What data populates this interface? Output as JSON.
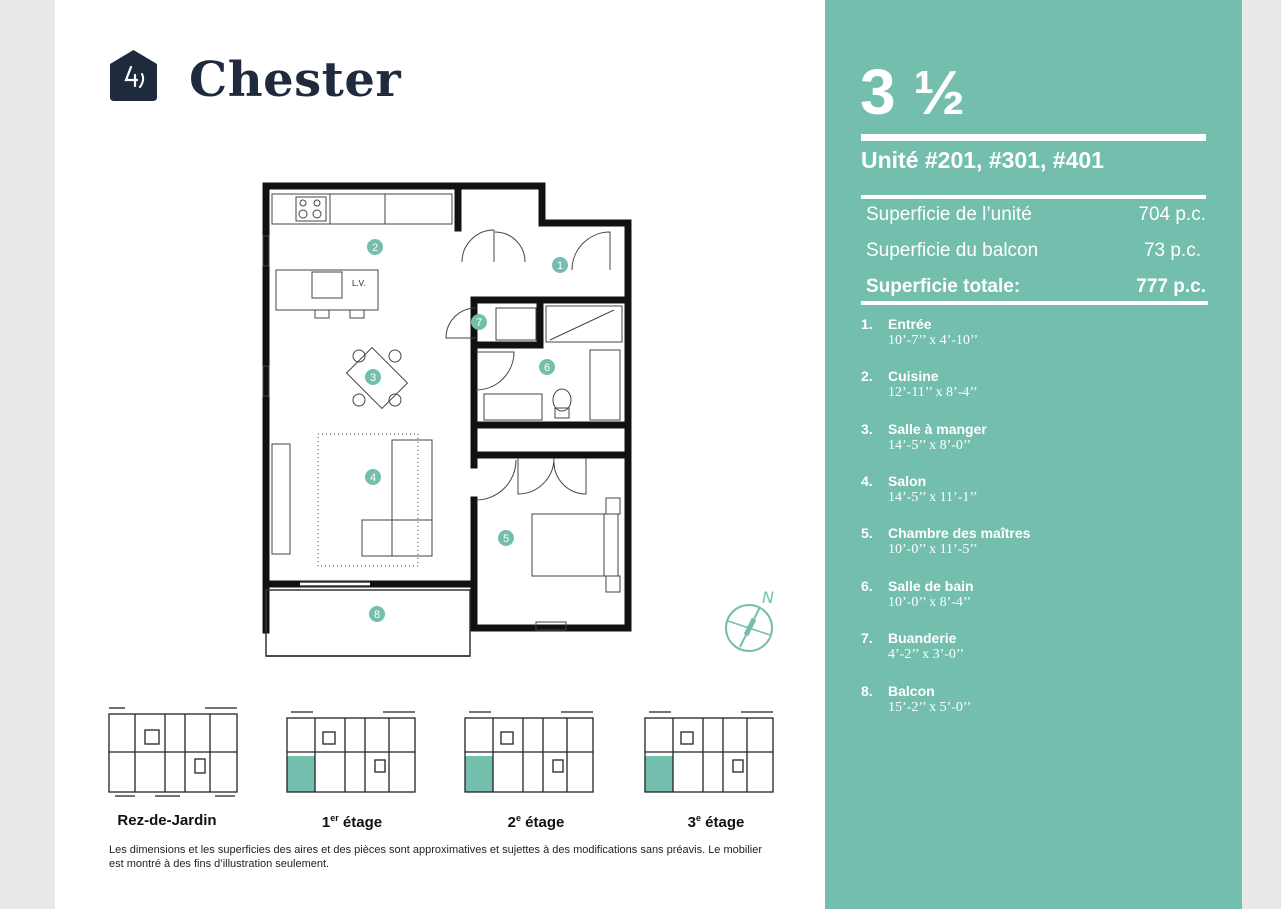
{
  "brand": {
    "name": "Chester"
  },
  "unit_type": {
    "whole": "3",
    "fraction": "½"
  },
  "units_label": "Unité #201, #301, #401",
  "areas": [
    {
      "label": "Superficie de l’unité",
      "value": "704 p.c."
    },
    {
      "label": "Superficie du balcon",
      "value": "73 p.c."
    },
    {
      "label": "Superficie totale:",
      "value": "777 p.c."
    }
  ],
  "rooms": [
    {
      "num": "1.",
      "name": "Entrée",
      "dims": "10’-7’’ x 4’-10’’"
    },
    {
      "num": "2.",
      "name": "Cuisine",
      "dims": "12’-11’’ x 8’-4’’"
    },
    {
      "num": "3.",
      "name": "Salle à manger",
      "dims": "14’-5’’ x  8’-0’’"
    },
    {
      "num": "4.",
      "name": "Salon",
      "dims": "14’-5’’ x 11’-1’’"
    },
    {
      "num": "5.",
      "name": "Chambre des maîtres",
      "dims": "10’-0’’  x 11’-5’’"
    },
    {
      "num": "6.",
      "name": "Salle de bain",
      "dims": "10’-0’’ x 8’-4’’"
    },
    {
      "num": "7.",
      "name": "Buanderie",
      "dims": "4’-2’’ x 3’-0’’"
    },
    {
      "num": "8.",
      "name": "Balcon",
      "dims": "15’-2’’ x 5’-0’’"
    }
  ],
  "plan": {
    "room_markers": [
      "1",
      "2",
      "3",
      "4",
      "5",
      "6",
      "7",
      "8"
    ],
    "lv_label": "L.V."
  },
  "compass": {
    "label": "N"
  },
  "floors": [
    {
      "label": "Rez-de-Jardin",
      "sup": "",
      "suffix": "",
      "highlighted": false
    },
    {
      "label": "1",
      "sup": "er",
      "suffix": " étage",
      "highlighted": true
    },
    {
      "label": "2",
      "sup": "e",
      "suffix": " étage",
      "highlighted": true
    },
    {
      "label": "3",
      "sup": "e",
      "suffix": " étage",
      "highlighted": true
    }
  ],
  "disclaimer": "Les dimensions et les superficies des aires et des pièces sont approximatives et sujettes à des modifications sans préavis. Le mobilier est montré à des fins d’illustration seulement.",
  "colors": {
    "accent": "#74bead",
    "navy": "#1f2a3d",
    "wall": "#111111"
  }
}
